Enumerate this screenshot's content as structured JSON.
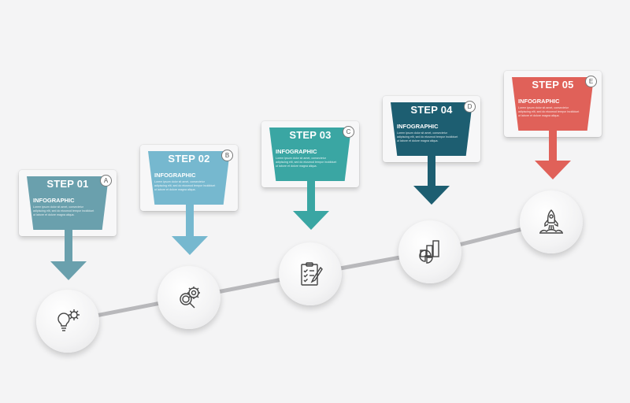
{
  "steps": [
    {
      "title": "STEP 01",
      "letter": "A",
      "infographic": "INFOGRAPHIC",
      "color": "#6aa0ad",
      "icon": "lightbulb-gear-icon",
      "desc": "Lorem ipsum dolor sit amet, consectetur adipiscing elit, sed do eiusmod tempor incididunt ut labore et dolore magna aliqua."
    },
    {
      "title": "STEP 02",
      "letter": "B",
      "infographic": "INFOGRAPHIC",
      "color": "#76b8cf",
      "icon": "gear-search-icon",
      "desc": "Lorem ipsum dolor sit amet, consectetur adipiscing elit, sed do eiusmod tempor incididunt ut labore et dolore magna aliqua."
    },
    {
      "title": "STEP 03",
      "letter": "C",
      "infographic": "INFOGRAPHIC",
      "color": "#3aa6a3",
      "icon": "clipboard-checklist-icon",
      "desc": "Lorem ipsum dolor sit amet, consectetur adipiscing elit, sed do eiusmod tempor incididunt ut labore et dolore magna aliqua."
    },
    {
      "title": "STEP 04",
      "letter": "D",
      "infographic": "INFOGRAPHIC",
      "color": "#1d5e71",
      "icon": "bar-pie-chart-icon",
      "desc": "Lorem ipsum dolor sit amet, consectetur adipiscing elit, sed do eiusmod tempor incididunt ut labore et dolore magna aliqua."
    },
    {
      "title": "STEP 05",
      "letter": "E",
      "infographic": "INFOGRAPHIC",
      "color": "#e06159",
      "icon": "rocket-launch-icon",
      "desc": "Lorem ipsum dolor sit amet, consectetur adipiscing elit, sed do eiusmod tempor incididunt ut labore et dolore magna aliqua."
    }
  ],
  "connector_color": "#b8b8bb"
}
